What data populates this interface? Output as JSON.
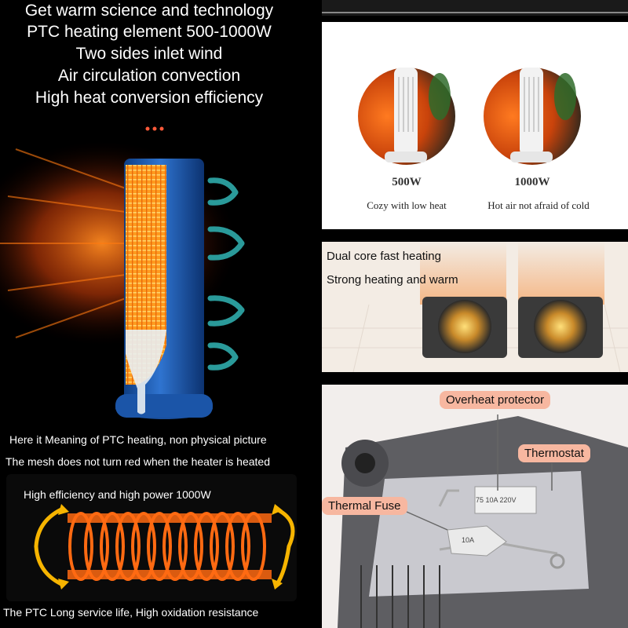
{
  "left": {
    "headlines": [
      "Get warm  science and technology",
      "PTC heating element   500-1000W",
      "Two sides inlet wind",
      "Air circulation convection",
      "High heat conversion efficiency"
    ],
    "notes": [
      "Here it Meaning of PTC heating, non physical picture",
      "The mesh does not turn red when the heater is heated"
    ],
    "coil_caption": "High efficiency and high power 1000W",
    "footer": "The PTC Long service life, High oxidation resistance"
  },
  "power_modes": [
    {
      "watt": "500W",
      "desc": "Cozy with low heat"
    },
    {
      "watt": "1000W",
      "desc": "Hot air not afraid of cold"
    }
  ],
  "dual_core": {
    "line1": "Dual core fast heating",
    "line2": "Strong heating and warm"
  },
  "components": {
    "overheat": "Overheat protector",
    "thermostat": "Thermostat",
    "fuse": "Thermal Fuse",
    "ptc_label": "75  10A 220V",
    "fuse_label": "10A"
  },
  "colors": {
    "heater_blue": "#1d5fb3",
    "heat_orange": "#ff7a10",
    "arrow_teal": "#2a9a9a",
    "callout_bg": "#f7b7a0"
  }
}
